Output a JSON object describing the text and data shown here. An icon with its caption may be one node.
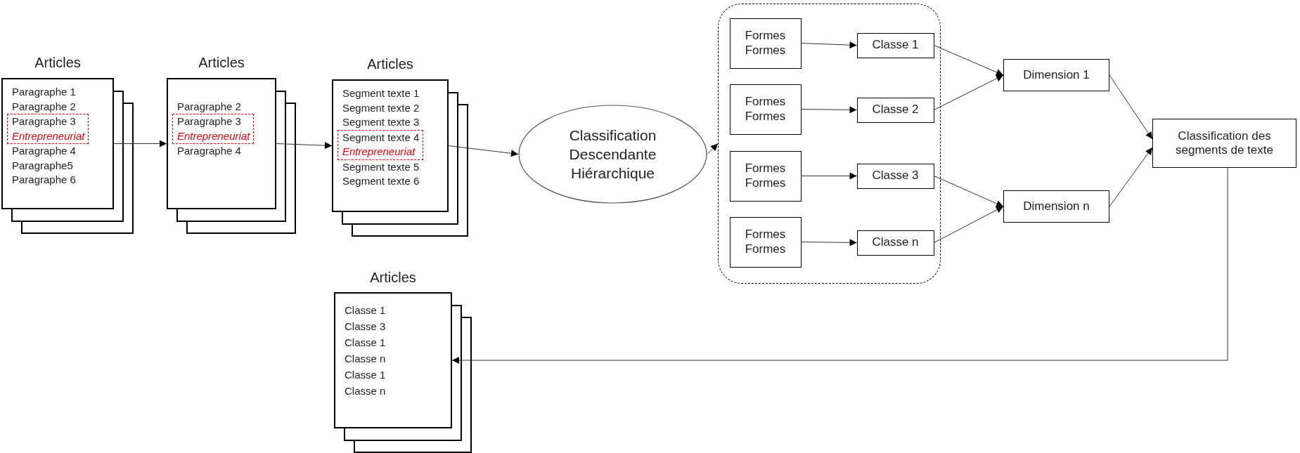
{
  "diagram": {
    "nodes": [
      {
        "text": [
          "Articles",
          "Paragraphe 1",
          "Paragraphe 2",
          "Paragraphe 4",
          "Paragraphe5",
          "Paragraphe 6"
        ]
      },
      {
        "text": [
          "Paragraphe 3",
          "Entrepreneuriat"
        ],
        "in": 0
      },
      {
        "text": [
          "Articles",
          "Paragraphe 2",
          "Paragraphe 4"
        ]
      },
      {
        "text": [
          "Paragraphe 3",
          "Entrepreneuriat"
        ],
        "in": 2
      },
      {
        "text": [
          "Articles",
          "Segment texte 1",
          "Segment texte 2",
          "Segment texte 3",
          "Segment texte 5",
          "Segment texte 6"
        ]
      },
      {
        "text": [
          "Segment texte 4",
          "Entrepreneuriat"
        ],
        "in": 4
      },
      {
        "text": [
          "Classification Descendante Hiérarchique"
        ]
      },
      {
        "text": [],
        "shape": "box"
      },
      {
        "text": [
          "Formes",
          "Formes"
        ],
        "in": 7
      },
      {
        "text": [
          "Classe 1"
        ],
        "in": 7
      },
      {
        "text": [
          "Formes",
          "Formes"
        ],
        "in": 7
      },
      {
        "text": [
          "Classe 2"
        ],
        "in": 7
      },
      {
        "text": [
          "Formes",
          "Formes"
        ],
        "in": 7
      },
      {
        "text": [
          "Classe 3"
        ],
        "in": 7
      },
      {
        "text": [
          "Formes",
          "Formes"
        ],
        "in": 7
      },
      {
        "text": [
          "Classe n"
        ],
        "in": 7
      },
      {
        "text": [
          "Dimension 1"
        ]
      },
      {
        "text": [
          "Dimension n"
        ]
      },
      {
        "text": [
          "Classification des segments de texte"
        ]
      },
      {
        "text": [
          "Articles",
          "Classe 1",
          "Classe 3",
          "Classe 1",
          "Classe n",
          "Classe 1",
          "Classe n"
        ]
      }
    ],
    "edges": [
      {
        "from": 0,
        "to": 2,
        "arrow": "to"
      },
      {
        "from": 2,
        "to": 4,
        "arrow": "to"
      },
      {
        "from": 4,
        "to": 6,
        "arrow": "to"
      },
      {
        "from": 6,
        "to": 7,
        "arrow": "to"
      },
      {
        "from": 8,
        "to": 9,
        "arrow": "to"
      },
      {
        "from": 10,
        "to": 11,
        "arrow": "to"
      },
      {
        "from": 12,
        "to": 13,
        "arrow": "to"
      },
      {
        "from": 14,
        "to": 15,
        "arrow": "to"
      },
      {
        "from": 9,
        "to": 16,
        "arrow": "to"
      },
      {
        "from": 11,
        "to": 16,
        "arrow": "to"
      },
      {
        "from": 13,
        "to": 17,
        "arrow": "to"
      },
      {
        "from": 15,
        "to": 17,
        "arrow": "to"
      },
      {
        "from": 16,
        "to": 18,
        "arrow": "to"
      },
      {
        "from": 17,
        "to": 18,
        "arrow": "to"
      },
      {
        "from": 18,
        "to": 19,
        "arrow": "to"
      }
    ]
  }
}
